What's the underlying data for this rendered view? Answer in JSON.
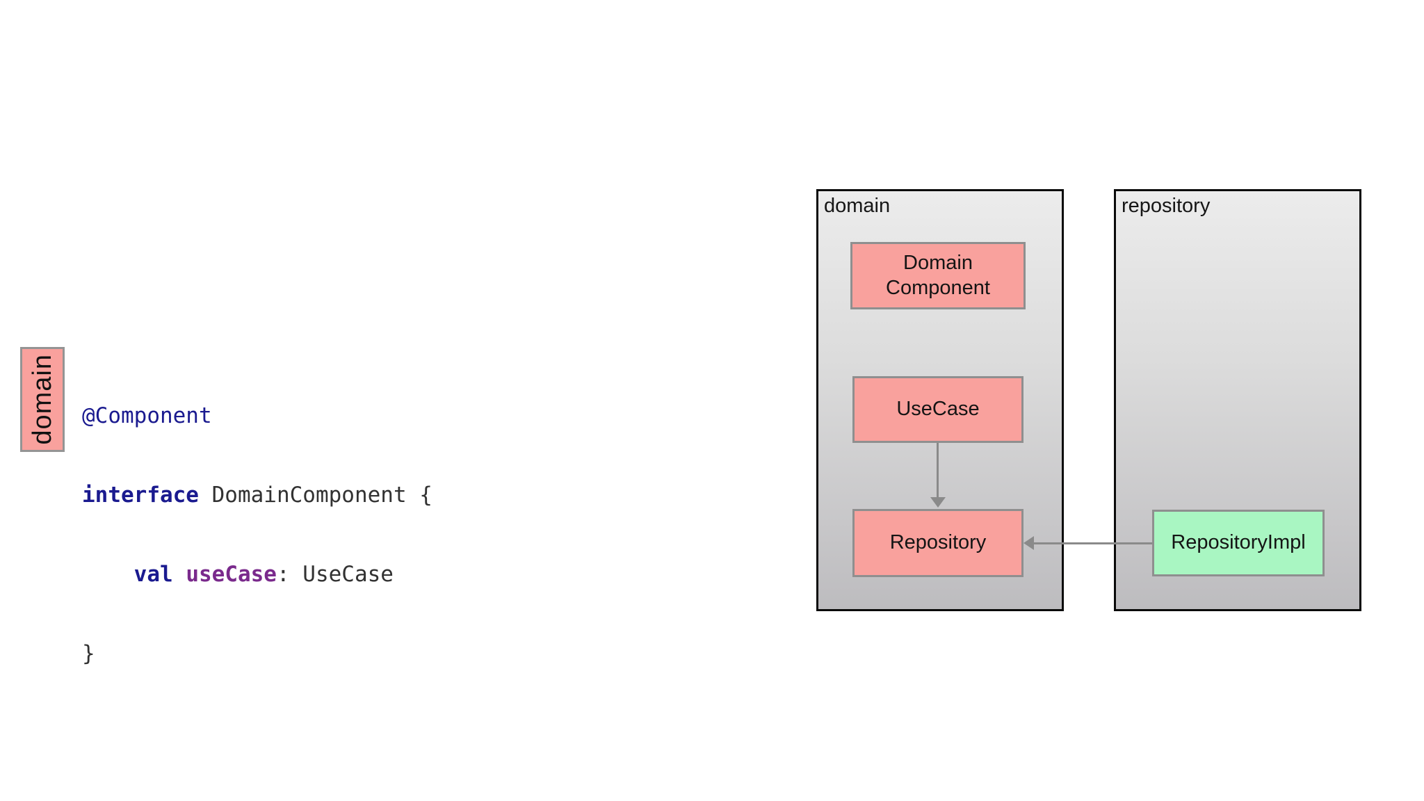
{
  "code_panel": {
    "module_label": "domain",
    "lines": [
      {
        "segments": [
          {
            "style": "annotation",
            "text": "@Component"
          }
        ]
      },
      {
        "segments": [
          {
            "style": "keyword",
            "text": "interface"
          },
          {
            "style": "plain",
            "text": " DomainComponent {"
          }
        ]
      },
      {
        "segments": [
          {
            "style": "plain",
            "text": "    "
          },
          {
            "style": "keyword",
            "text": "val"
          },
          {
            "style": "plain",
            "text": " "
          },
          {
            "style": "property",
            "text": "useCase"
          },
          {
            "style": "plain",
            "text": ": UseCase"
          }
        ]
      },
      {
        "segments": [
          {
            "style": "plain",
            "text": "}"
          }
        ]
      }
    ]
  },
  "diagram": {
    "packages": [
      {
        "label": "domain",
        "nodes": [
          {
            "label": "Domain Component",
            "color": "salmon"
          },
          {
            "label": "UseCase",
            "color": "salmon"
          },
          {
            "label": "Repository",
            "color": "salmon"
          }
        ]
      },
      {
        "label": "repository",
        "nodes": [
          {
            "label": "RepositoryImpl",
            "color": "green"
          }
        ]
      }
    ],
    "edges": [
      {
        "from": "UseCase",
        "to": "Repository",
        "direction": "down"
      },
      {
        "from": "RepositoryImpl",
        "to": "Repository",
        "direction": "left"
      }
    ]
  },
  "colors": {
    "page_background": "#ffffff",
    "salmon_fill": "#f9a19d",
    "green_fill": "#a9f6c2",
    "node_border": "#8f8f8f",
    "module_tag_border": "#949494",
    "package_border": "#0a0a0a",
    "package_gradient_top": "#ececec",
    "package_gradient_bottom": "#bdbcbf",
    "arrow": "#8a8a8a",
    "code_keyword": "#1a1a8f",
    "code_annotation": "#1a1a8f",
    "code_property": "#7a2a8c",
    "code_plain": "#323232"
  }
}
